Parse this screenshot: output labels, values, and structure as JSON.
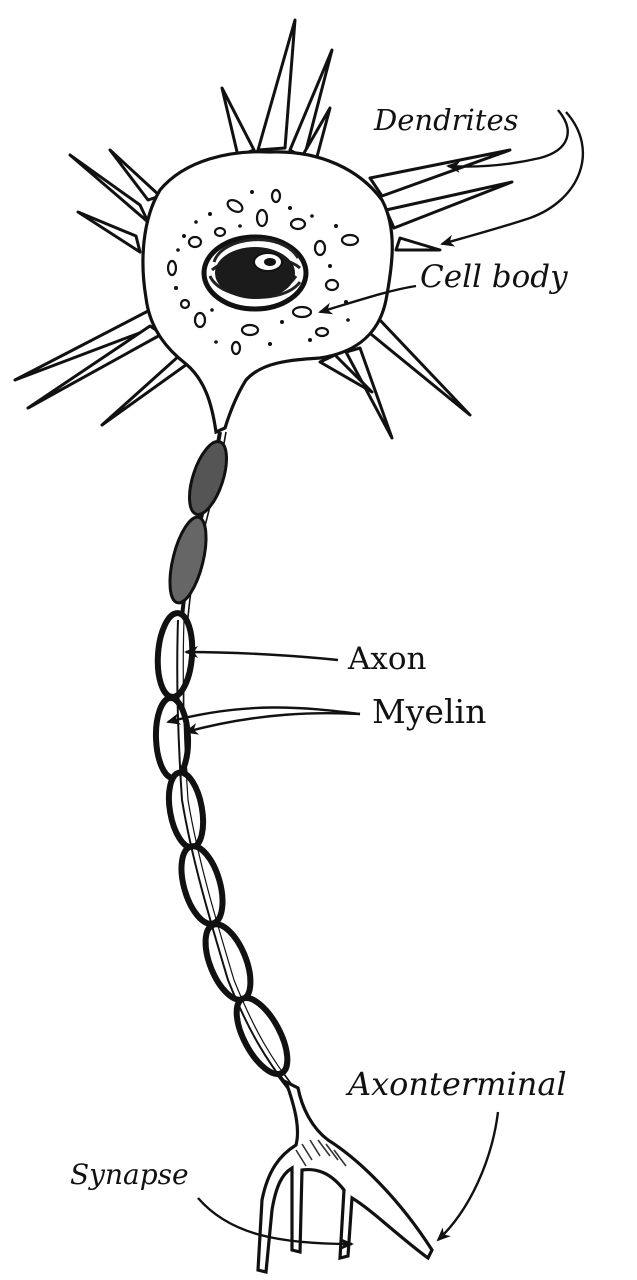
{
  "colors": {
    "ink": "#111111",
    "paper": "#ffffff",
    "shading": "#444444"
  },
  "labels": {
    "dendrites": "Dendrites",
    "cell_body": "Cell body",
    "axon": "Axon",
    "myelin": "Myelin",
    "axon_terminal": "Axonterminal",
    "synapse": "Synapse"
  }
}
